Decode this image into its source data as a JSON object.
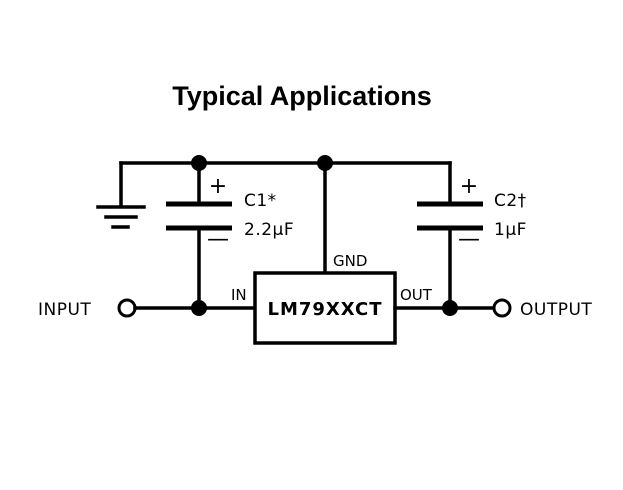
{
  "title": "Typical Applications",
  "components": {
    "c1": {
      "name": "C1*",
      "value": "2.2μF",
      "plus": "+",
      "minus": "—"
    },
    "c2": {
      "name": "C2†",
      "value": "1μF",
      "plus": "+",
      "minus": "—"
    },
    "regulator": {
      "name": "LM79XXCT",
      "pin_in": "IN",
      "pin_gnd": "GND",
      "pin_out": "OUT"
    }
  },
  "terminals": {
    "input": "INPUT",
    "output": "OUTPUT"
  },
  "colors": {
    "line": "#000000",
    "background": "#ffffff"
  }
}
